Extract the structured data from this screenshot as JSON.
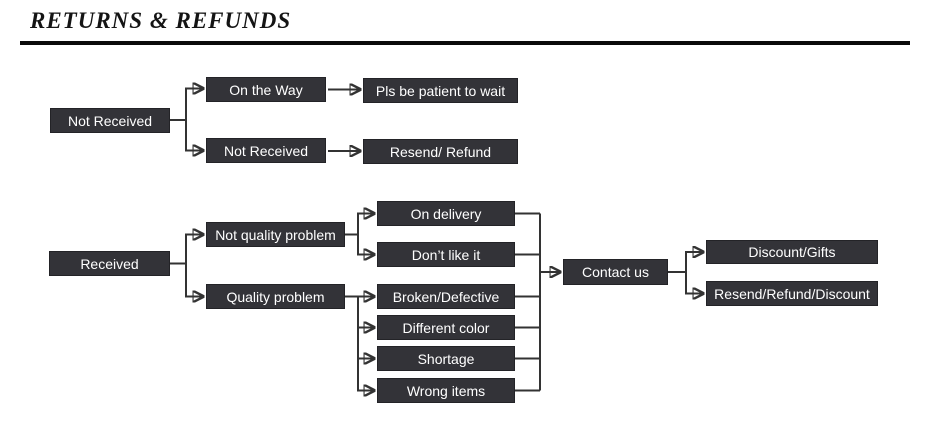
{
  "header": {
    "title": "RETURNS & REFUNDS"
  },
  "colors": {
    "node_background": "#333338",
    "node_text": "#ffffff",
    "connector_line": "#333333",
    "title_text": "#141414",
    "title_rule": "#0a0a0a",
    "page_background": "#ffffff"
  },
  "flowchart": {
    "not_received_flow": {
      "root": "Not Received",
      "branches": [
        {
          "condition": "On the Way",
          "outcome": "Pls be patient to wait"
        },
        {
          "condition": "Not Received",
          "outcome": "Resend/ Refund"
        }
      ]
    },
    "received_flow": {
      "root": "Received",
      "categories": [
        {
          "label": "Not quality problem",
          "reasons": [
            "On delivery",
            "Don’t like it"
          ]
        },
        {
          "label": "Quality problem",
          "reasons": [
            "Broken/Defective",
            "Different color",
            "Shortage",
            "Wrong items"
          ]
        }
      ],
      "action": "Contact us",
      "outcomes": [
        "Discount/Gifts",
        "Resend/Refund/Discount"
      ]
    }
  }
}
